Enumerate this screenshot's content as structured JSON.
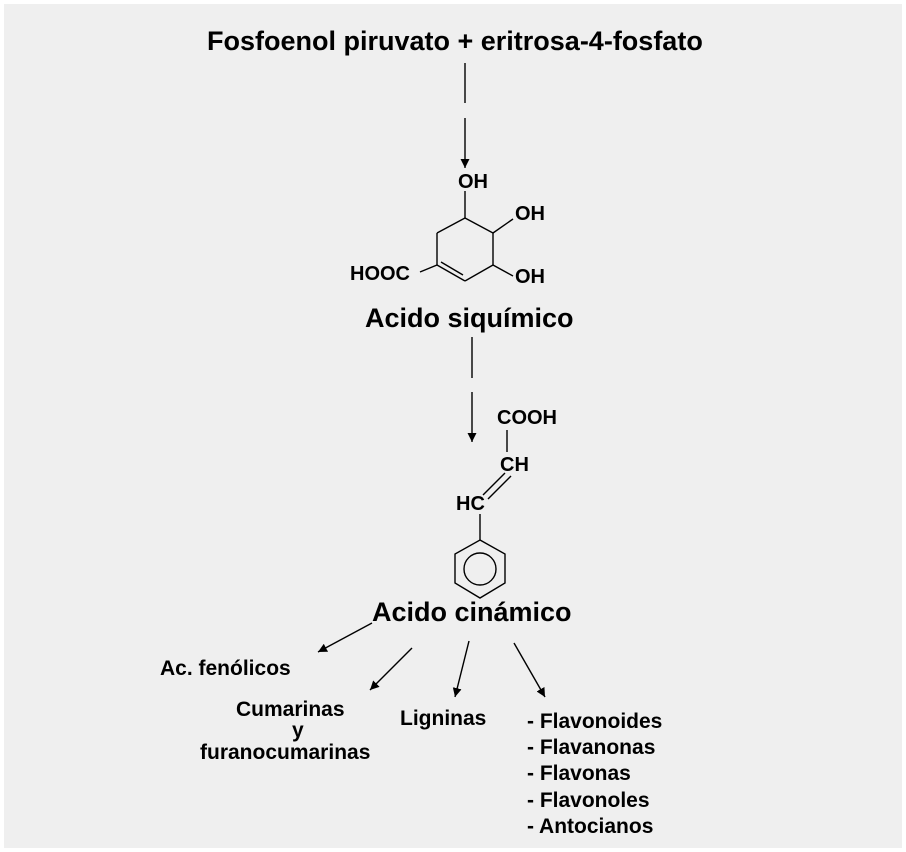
{
  "diagram": {
    "title": "Fosfoenol piruvato + eritrosa-4-fosfato",
    "shikimic": {
      "name": "Acido siquímico",
      "oh_top": "OH",
      "oh_right": "OH",
      "oh_bottom": "OH",
      "cooh": "HOOC"
    },
    "cinnamic": {
      "name": "Acido cinámico",
      "cooh": "COOH",
      "ch": "CH",
      "hc": "HC"
    },
    "products": {
      "phenolic": "Ac. fenólicos",
      "coumarins_1": "Cumarinas",
      "coumarins_2": "y",
      "coumarins_3": "furanocumarinas",
      "lignins": "Ligninas",
      "flavonoid_list": [
        "- Flavonoides",
        "- Flavanonas",
        "- Flavonas",
        "- Flavonoles",
        "- Antocianos"
      ]
    },
    "colors": {
      "background": "#efefef",
      "ink": "#000000"
    }
  }
}
